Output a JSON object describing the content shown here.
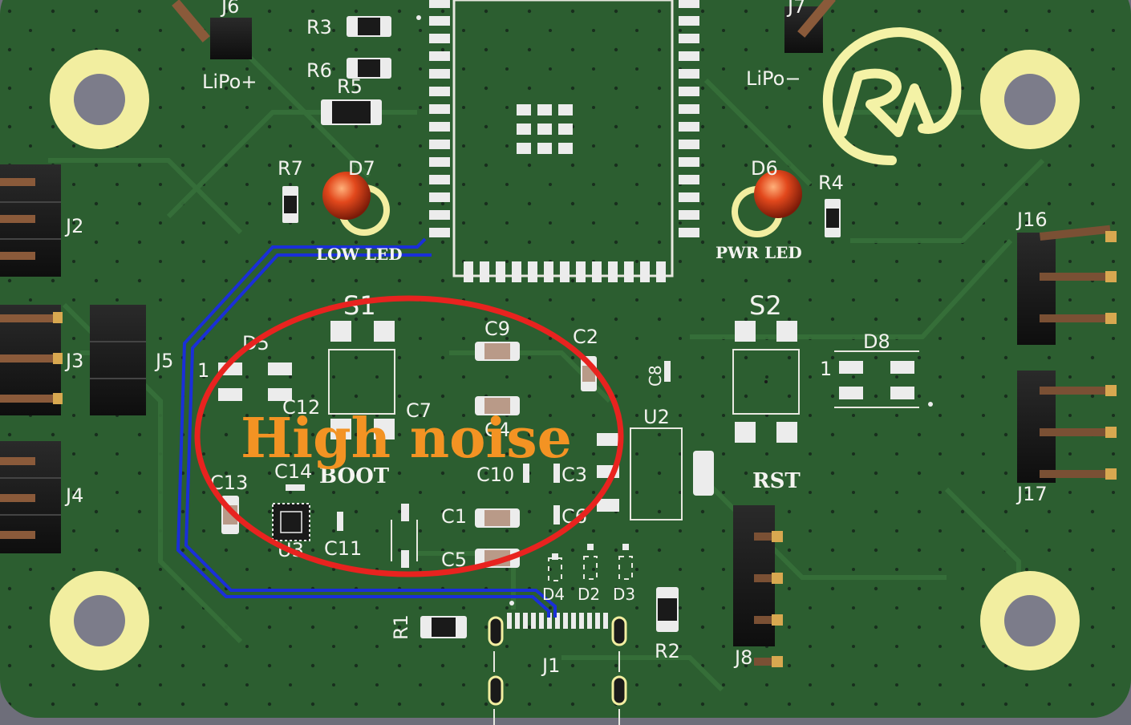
{
  "annotation": {
    "text": "High noise",
    "ellipse_color": "#e8231f",
    "text_color": "#f39323"
  },
  "trace_color": "#1a2fd8",
  "board_color": "#2c5e30",
  "logo_color": "#f4f2a6",
  "labels": {
    "j6": "J6",
    "j7": "J7",
    "lipo_plus": "LiPo+",
    "lipo_minus": "LiPo−",
    "r3": "R3",
    "r6": "R6",
    "r5": "R5",
    "r7": "R7",
    "d7": "D7",
    "d6": "D6",
    "r4": "R4",
    "j2": "J2",
    "j3": "J3",
    "j5": "J5",
    "j4": "J4",
    "j16": "J16",
    "j17": "J17",
    "j8": "J8",
    "j1": "J1",
    "s1": "S1",
    "s2": "S2",
    "d5": "D5",
    "d8": "D8",
    "c9": "C9",
    "c2": "C2",
    "c8": "C8",
    "c12": "C12",
    "c7": "C7",
    "c4": "C4",
    "c14": "C14",
    "c13": "C13",
    "c10": "C10",
    "c3": "C3",
    "c1": "C1",
    "c6": "C6",
    "c5": "C5",
    "c11": "C11",
    "u2": "U2",
    "u3": "U3",
    "r1": "R1",
    "r2": "R2",
    "d4": "D4",
    "d2": "D2",
    "d3": "D3",
    "pin1_d5": "1",
    "pin1_d8": "1",
    "boot": "BOOT",
    "rst": "RST",
    "pwr_led": "PWR LED",
    "low_led": "LOW LED"
  }
}
